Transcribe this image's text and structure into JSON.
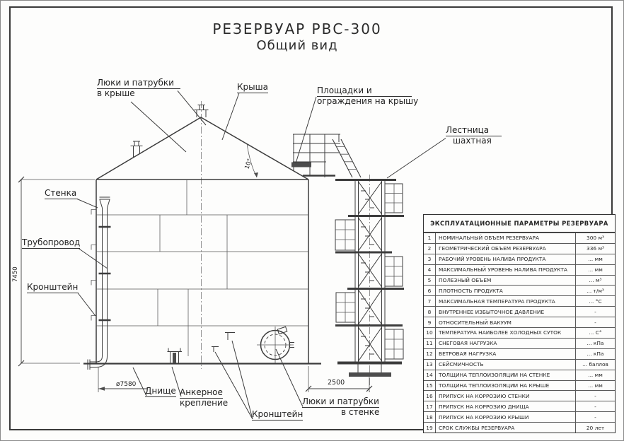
{
  "title": {
    "line1": "РЕЗЕРВУАР РВС-300",
    "line2": "Общий вид"
  },
  "labels": {
    "roof_hatches": {
      "line1": "Люки и патрубки",
      "line2": "в крыше"
    },
    "roof": {
      "text": "Крыша"
    },
    "platforms": {
      "line1": "Площадки и",
      "line2": "ограждения на крышу"
    },
    "ladder": {
      "line1": "Лестница",
      "line2": "шахтная"
    },
    "wall": {
      "text": "Стенка"
    },
    "pipeline": {
      "text": "Трубопровод"
    },
    "bracket_left": {
      "text": "Кронштейн"
    },
    "bottom_plate": {
      "text": "Днище"
    },
    "anchor": {
      "line1": "Анкерное",
      "line2": "крепление"
    },
    "bracket_bottom": {
      "text": "Кронштейн"
    },
    "wall_hatches": {
      "line1": "Люки и патрубки",
      "line2": "в стенке"
    }
  },
  "dimensions": {
    "height": "7450",
    "diameter": "ø7580",
    "ladder_offset": "2500",
    "roof_angle": "10°"
  },
  "table": {
    "title": "ЭКСПЛУАТАЦИОННЫЕ ПАРАМЕТРЫ РЕЗЕРВУАРА",
    "rows": [
      {
        "num": "1",
        "name": "НОМИНАЛЬНЫЙ ОБЪЕМ РЕЗЕРВУАРА",
        "value": "300 м³"
      },
      {
        "num": "2",
        "name": "ГЕОМЕТРИЧЕСКИЙ ОБЪЕМ РЕЗЕРВУАРА",
        "value": "336 м³"
      },
      {
        "num": "3",
        "name": "РАБОЧИЙ УРОВЕНЬ НАЛИВА ПРОДУКТА",
        "value": "... мм"
      },
      {
        "num": "4",
        "name": "МАКСИМАЛЬНЫЙ УРОВЕНЬ НАЛИВА ПРОДУКТА",
        "value": "... мм"
      },
      {
        "num": "5",
        "name": "ПОЛЕЗНЫЙ ОБЪЕМ",
        "value": "... м³"
      },
      {
        "num": "6",
        "name": "ПЛОТНОСТЬ ПРОДУКТА",
        "value": "... т/м³"
      },
      {
        "num": "7",
        "name": "МАКСИМАЛЬНАЯ ТЕМПЕРАТУРА ПРОДУКТА",
        "value": "... °С"
      },
      {
        "num": "8",
        "name": "ВНУТРЕННЕЕ ИЗБЫТОЧНОЕ ДАВЛЕНИЕ",
        "value": "-"
      },
      {
        "num": "9",
        "name": "ОТНОСИТЕЛЬНЫЙ ВАКУУМ",
        "value": "-"
      },
      {
        "num": "10",
        "name": "ТЕМПЕРАТУРА НАИБОЛЕЕ ХОЛОДНЫХ СУТОК",
        "value": "... С°"
      },
      {
        "num": "11",
        "name": "СНЕГОВАЯ НАГРУЗКА",
        "value": "... кПа"
      },
      {
        "num": "12",
        "name": "ВЕТРОВАЯ НАГРУЗКА",
        "value": "... кПа"
      },
      {
        "num": "13",
        "name": "СЕЙСМИЧНОСТЬ",
        "value": "... баллов"
      },
      {
        "num": "14",
        "name": "ТОЛЩИНА ТЕПЛОИЗОЛЯЦИИ НА СТЕНКЕ",
        "value": "... мм"
      },
      {
        "num": "15",
        "name": "ТОЛЩИНА ТЕПЛОИЗОЛЯЦИИ НА КРЫШЕ",
        "value": "... мм"
      },
      {
        "num": "16",
        "name": "ПРИПУСК НА КОРРОЗИЮ СТЕНКИ",
        "value": "-"
      },
      {
        "num": "17",
        "name": "ПРИПУСК НА КОРРОЗИЮ ДНИЩА",
        "value": "-"
      },
      {
        "num": "18",
        "name": "ПРИПУСК НА КОРРОЗИЮ КРЫШИ",
        "value": "-"
      },
      {
        "num": "19",
        "name": "СРОК СЛУЖБЫ РЕЗЕРВУАРА",
        "value": "20 лет"
      }
    ]
  }
}
